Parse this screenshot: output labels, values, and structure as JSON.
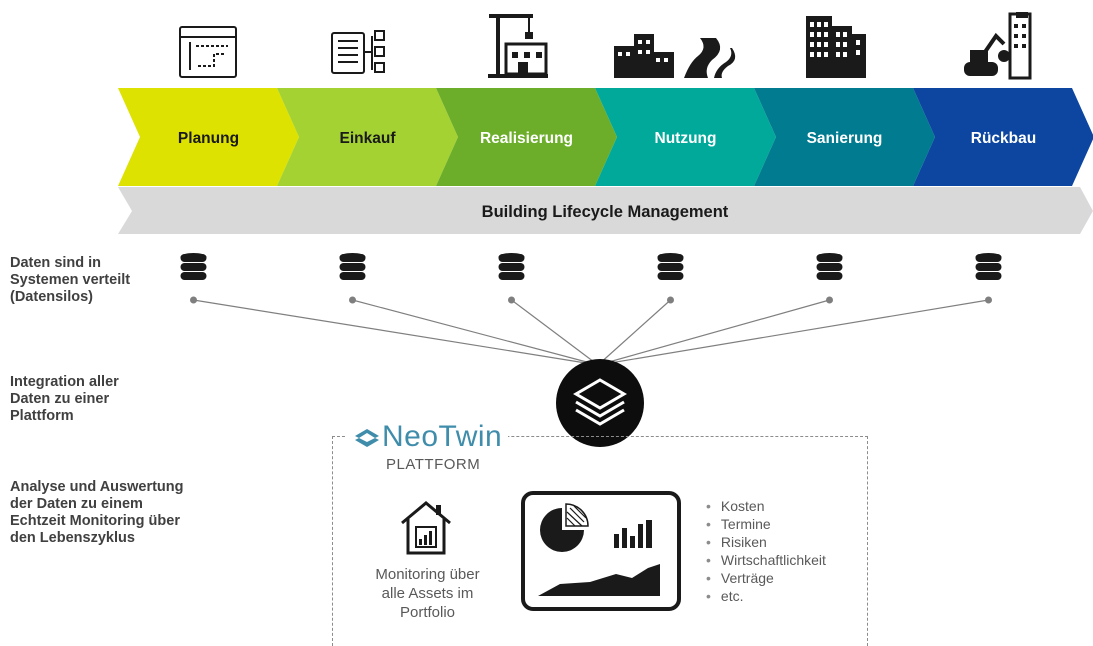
{
  "phases": [
    {
      "label": "Planung",
      "color": "#dde200",
      "text_color": "#1a1a1a",
      "icon": "blueprint-icon"
    },
    {
      "label": "Einkauf",
      "color": "#a4d232",
      "text_color": "#1a1a1a",
      "icon": "procurement-list-icon"
    },
    {
      "label": "Realisierung",
      "color": "#6cae2a",
      "text_color": "#ffffff",
      "icon": "construction-crane-icon"
    },
    {
      "label": "Nutzung",
      "color": "#00a99a",
      "text_color": "#ffffff",
      "icon": "buildings-road-icon"
    },
    {
      "label": "Sanierung",
      "color": "#007b8f",
      "text_color": "#ffffff",
      "icon": "building-icon"
    },
    {
      "label": "Rückbau",
      "color": "#0c46a0",
      "text_color": "#ffffff",
      "icon": "demolition-excavator-icon"
    }
  ],
  "lifecycle_banner": {
    "label": "Building Lifecycle Management",
    "color": "#d9d9d9"
  },
  "side_labels": {
    "data_silos": "Daten sind in\nSystemen verteilt\n(Datensilos)",
    "integration": "Integration aller\nDaten zu einer\nPlattform",
    "analysis": "Analyse und Auswertung\nder Daten zu einem\nEchtzeit Monitoring über\nden Lebenszyklus"
  },
  "platform": {
    "logo_text": "NeoTwin",
    "subtitle": "PLATTFORM",
    "brand_color": "#3f8dab",
    "caption_lines": [
      "Monitoring über",
      "alle Assets im",
      "Portfolio"
    ],
    "bullets": [
      "Kosten",
      "Termine",
      "Risiken",
      "Wirtschaftlichkeit",
      "Verträge",
      "etc."
    ]
  }
}
